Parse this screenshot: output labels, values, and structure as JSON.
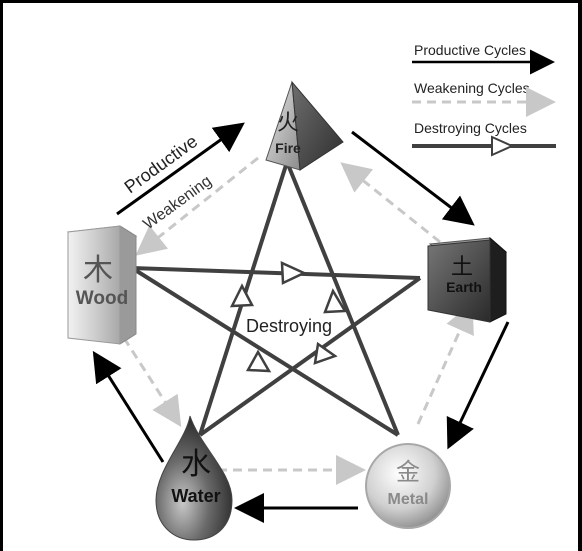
{
  "legend": {
    "productive": "Productive Cycles",
    "weakening": "Weakening Cycles",
    "destroying": "Destroying Cycles"
  },
  "labels": {
    "productive": "Productive",
    "weakening": "Weakening",
    "destroying": "Destroying"
  },
  "elements": {
    "fire": {
      "glyph": "火",
      "name": "Fire"
    },
    "earth": {
      "glyph": "土",
      "name": "Earth"
    },
    "metal": {
      "glyph": "金",
      "name": "Metal"
    },
    "water": {
      "glyph": "水",
      "name": "Water"
    },
    "wood": {
      "glyph": "木",
      "name": "Wood"
    }
  },
  "colors": {
    "productive_arrow": "#000000",
    "weakening_arrow": "#c8c8c8",
    "destroying_line": "#404040"
  }
}
